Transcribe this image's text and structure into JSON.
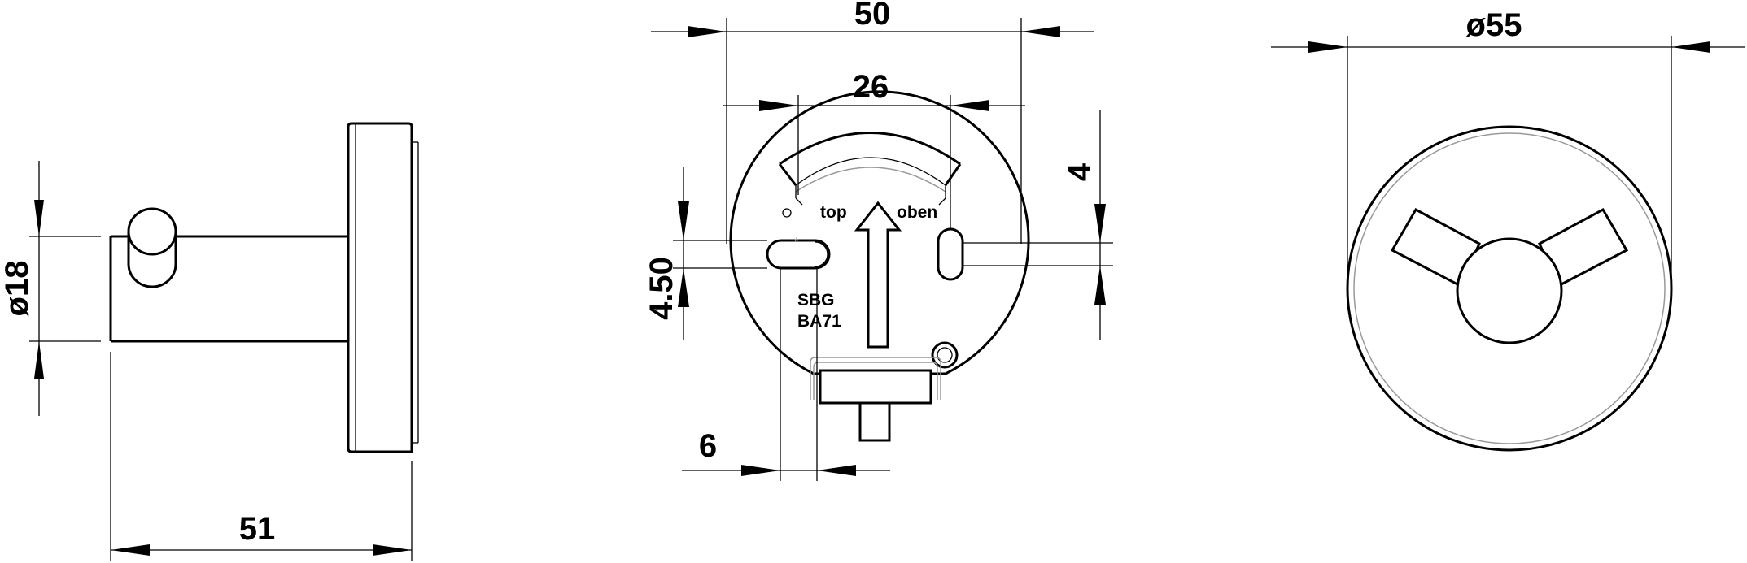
{
  "dimensions": {
    "side_diameter": "ø18",
    "side_depth": "51",
    "back_width": "50",
    "back_slot_spacing": "26",
    "back_slot_offset": "4",
    "back_slot_height": "4.50",
    "back_slot_width": "6",
    "front_diameter": "ø55"
  },
  "labels": {
    "top": "top",
    "oben": "oben",
    "code_line1": "SBG",
    "code_line2": "BA71"
  }
}
